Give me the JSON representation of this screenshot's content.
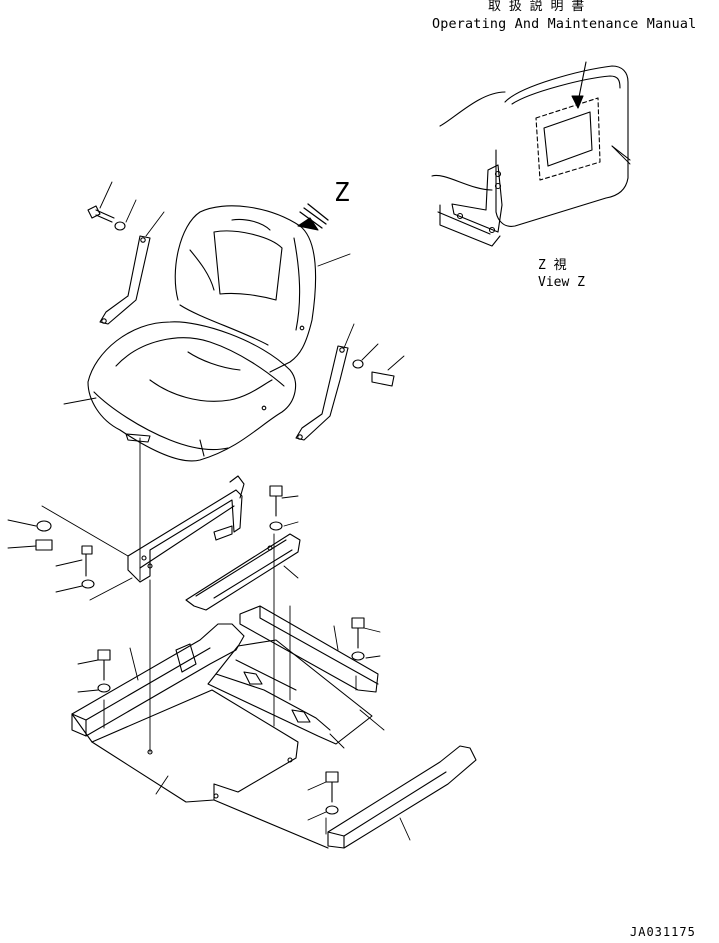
{
  "callout": {
    "title_jp": "取 扱 説 明 書",
    "title_en": "Operating And Maintenance Manual"
  },
  "view": {
    "arrow_label": "Z",
    "caption_jp": "Z 視",
    "caption_en": "View Z"
  },
  "drawing_number": "JA031175"
}
